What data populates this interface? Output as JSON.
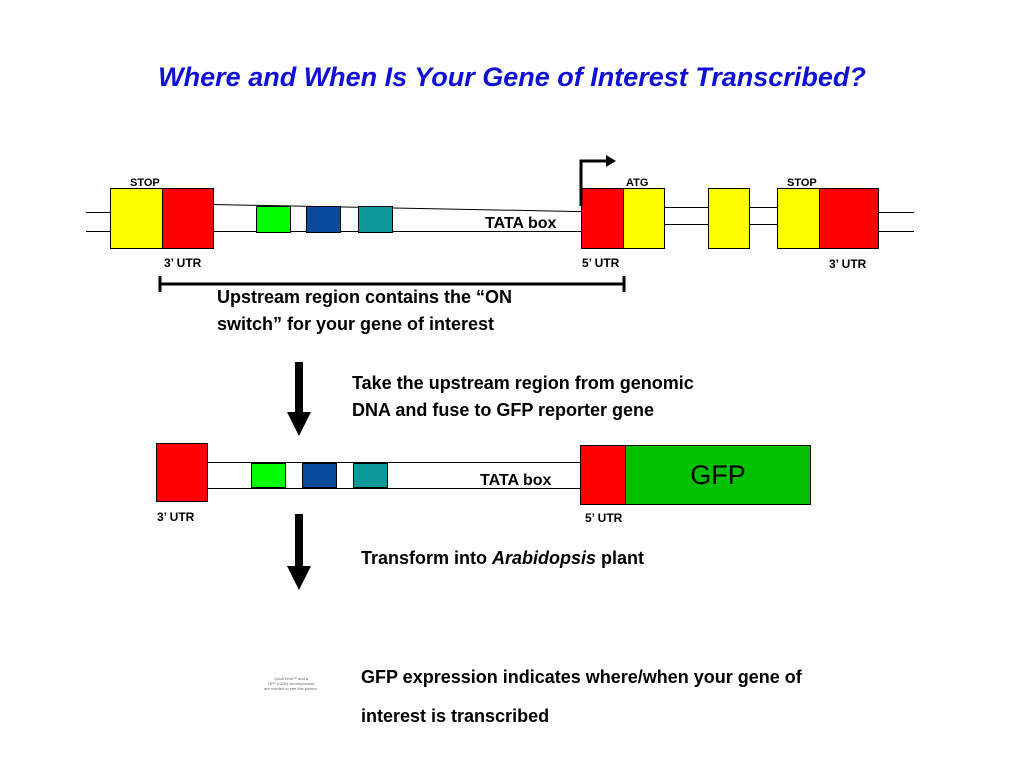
{
  "title": "Where and When Is Your Gene of Interest Transcribed?",
  "top_construct": {
    "stop_left": "STOP",
    "atg": "ATG",
    "stop_right": "STOP",
    "tata": "TATA box",
    "utr3_left": "3’ UTR",
    "utr5": "5’ UTR",
    "utr3_right": "3’ UTR"
  },
  "upstream_note": {
    "line1": "Upstream region contains the “ON",
    "line2": "switch” for your gene of interest"
  },
  "step1": {
    "line1": "Take the upstream region from genomic",
    "line2": "DNA and fuse to GFP reporter gene"
  },
  "bottom_construct": {
    "tata": "TATA box",
    "gfp": "GFP",
    "utr3": "3’ UTR",
    "utr5": "5’ UTR"
  },
  "step2": {
    "prefix": "Transform into ",
    "species": "Arabidopsis",
    "suffix": " plant"
  },
  "placeholder_image": {
    "line1": "QuickTime™ and a",
    "line2": "TIFF (LZW) decompressor",
    "line3": "are needed to see this picture."
  },
  "result": {
    "line1": "GFP expression indicates where/when your gene of",
    "line2": "interest is transcribed"
  },
  "colors": {
    "title": "#0f0fd8",
    "red": "#ff0000",
    "yellow": "#ffff00",
    "green": "#00ff00",
    "blue": "#0a4a9c",
    "teal": "#0d9999",
    "gfp": "#00c000"
  }
}
